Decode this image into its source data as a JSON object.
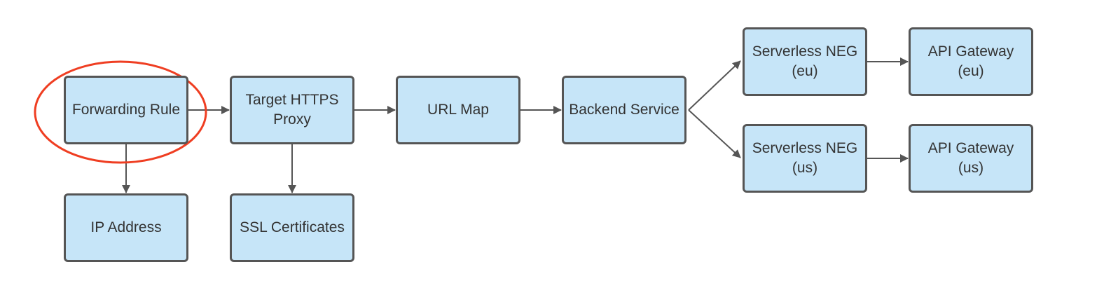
{
  "colors": {
    "node_fill": "#c6e5f8",
    "node_border": "#555555",
    "edge": "#555555",
    "highlight": "#ef3e22",
    "text": "#333333"
  },
  "nodes": [
    {
      "id": "forwarding-rule",
      "label": "Forwarding Rule"
    },
    {
      "id": "target-https-proxy",
      "label": "Target HTTPS\nProxy"
    },
    {
      "id": "url-map",
      "label": "URL Map"
    },
    {
      "id": "backend-service",
      "label": "Backend Service"
    },
    {
      "id": "serverless-neg-eu",
      "label": "Serverless NEG\n(eu)"
    },
    {
      "id": "api-gateway-eu",
      "label": "API Gateway\n(eu)"
    },
    {
      "id": "serverless-neg-us",
      "label": "Serverless NEG\n(us)"
    },
    {
      "id": "api-gateway-us",
      "label": "API Gateway\n(us)"
    },
    {
      "id": "ip-address",
      "label": "IP Address"
    },
    {
      "id": "ssl-certificates",
      "label": "SSL Certificates"
    }
  ],
  "edges": [
    {
      "from": "forwarding-rule",
      "to": "target-https-proxy"
    },
    {
      "from": "target-https-proxy",
      "to": "url-map"
    },
    {
      "from": "url-map",
      "to": "backend-service"
    },
    {
      "from": "backend-service",
      "to": "serverless-neg-eu"
    },
    {
      "from": "backend-service",
      "to": "serverless-neg-us"
    },
    {
      "from": "serverless-neg-eu",
      "to": "api-gateway-eu"
    },
    {
      "from": "serverless-neg-us",
      "to": "api-gateway-us"
    },
    {
      "from": "forwarding-rule",
      "to": "ip-address"
    },
    {
      "from": "target-https-proxy",
      "to": "ssl-certificates"
    }
  ],
  "highlighted_node": "forwarding-rule"
}
